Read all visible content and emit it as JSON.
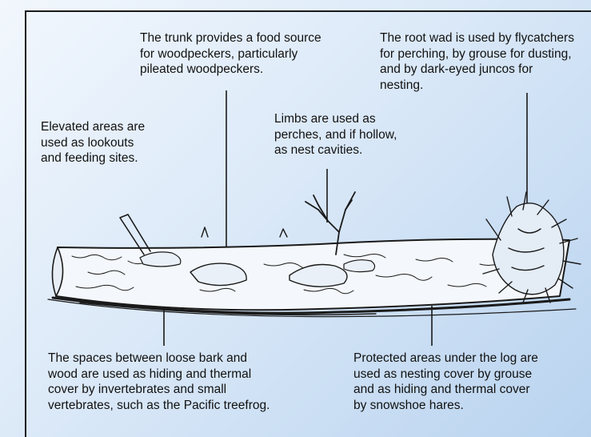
{
  "labels": {
    "trunk": "The trunk provides a food source\nfor woodpeckers, particularly\npileated woodpeckers.",
    "root_wad": "The root wad is used by flycatchers\nfor perching, by grouse for dusting,\nand by dark-eyed juncos for\nnesting.",
    "elevated": "Elevated areas are\nused as lookouts\nand feeding sites.",
    "limbs": "Limbs are used as\nperches, and if hollow,\nas nest cavities.",
    "bark_spaces": "The spaces between loose bark and\nwood are used as hiding and thermal\ncover by invertebrates and small\nvertebrates, such as the Pacific treefrog.",
    "protected": "Protected areas under the log are\nused as nesting cover by grouse\nand as hiding and thermal cover\nby snowshoe hares."
  },
  "colors": {
    "ink": "#1a1a1a",
    "bg_light": "#f2f7fd",
    "bg_dark": "#b9d3ef"
  }
}
